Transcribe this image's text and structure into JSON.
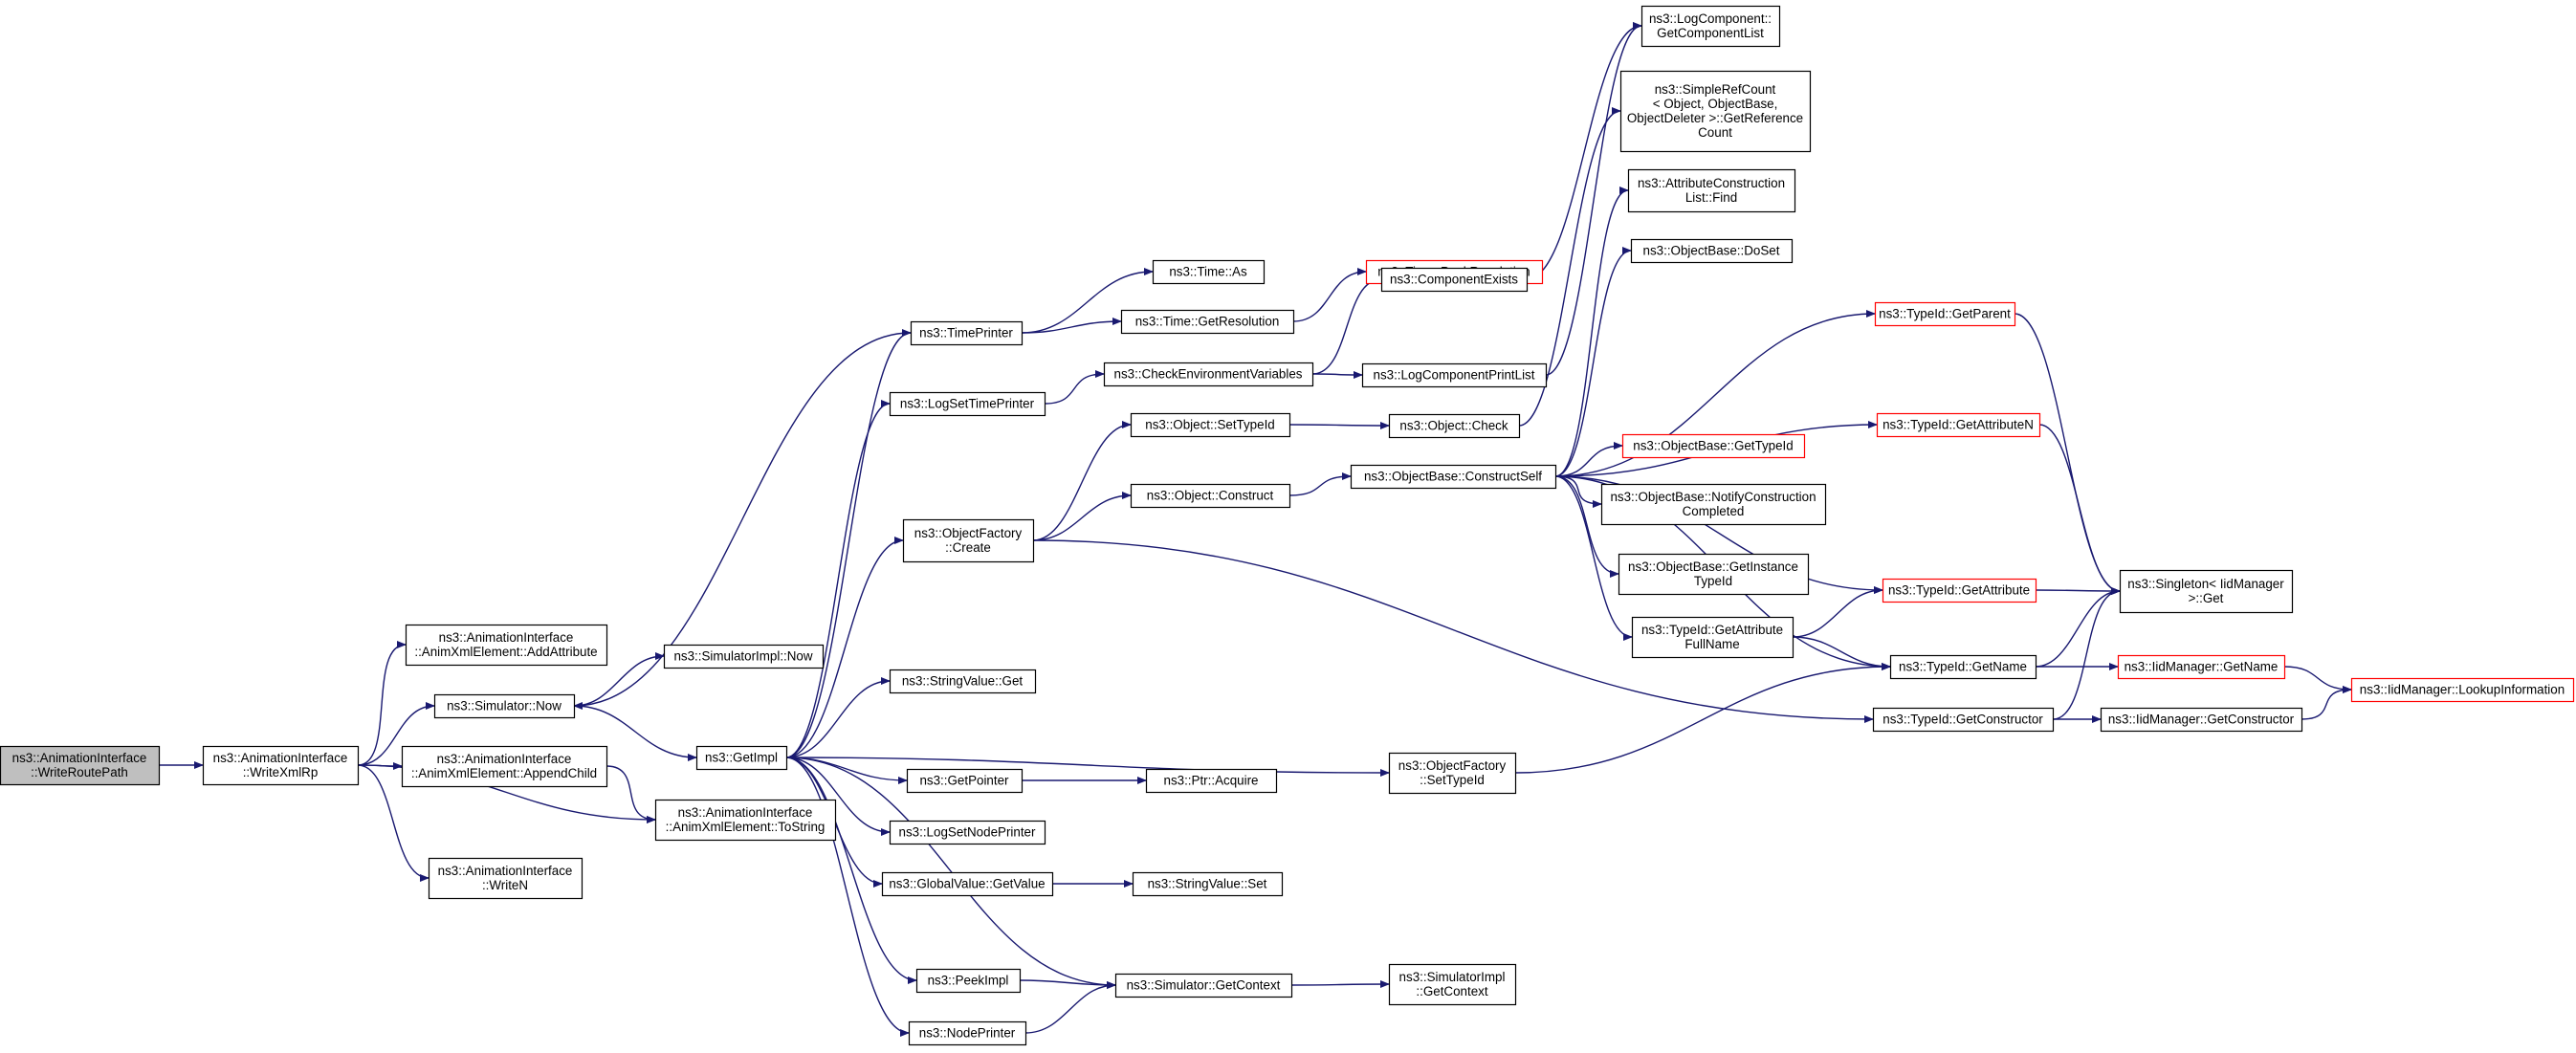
{
  "colors": {
    "edge": "#191970",
    "node_border": "#000000",
    "highlight_border": "#ff0000",
    "root_fill": "#bfbfbf",
    "node_fill": "#ffffff"
  },
  "nodes": [
    {
      "id": "root",
      "lines": [
        "ns3::AnimationInterface",
        "::WriteRoutePath"
      ],
      "style": "root"
    },
    {
      "id": "writexmlrp",
      "lines": [
        "ns3::AnimationInterface",
        "::WriteXmlRp"
      ]
    },
    {
      "id": "addattr",
      "lines": [
        "ns3::AnimationInterface",
        "::AnimXmlElement::AddAttribute"
      ]
    },
    {
      "id": "simnow",
      "lines": [
        "ns3::Simulator::Now"
      ]
    },
    {
      "id": "simimplnow",
      "lines": [
        "ns3::SimulatorImpl::Now"
      ]
    },
    {
      "id": "appendchild",
      "lines": [
        "ns3::AnimationInterface",
        "::AnimXmlElement::AppendChild"
      ]
    },
    {
      "id": "tostring",
      "lines": [
        "ns3::AnimationInterface",
        "::AnimXmlElement::ToString"
      ]
    },
    {
      "id": "writen",
      "lines": [
        "ns3::AnimationInterface",
        "::WriteN"
      ]
    },
    {
      "id": "getimpl",
      "lines": [
        "ns3::GetImpl"
      ]
    },
    {
      "id": "timeprinter",
      "lines": [
        "ns3::TimePrinter"
      ]
    },
    {
      "id": "logsettimeprinter",
      "lines": [
        "ns3::LogSetTimePrinter"
      ]
    },
    {
      "id": "objfactorycreate",
      "lines": [
        "ns3::ObjectFactory",
        "::Create"
      ]
    },
    {
      "id": "stringvalueget",
      "lines": [
        "ns3::StringValue::Get"
      ]
    },
    {
      "id": "getpointer",
      "lines": [
        "ns3::GetPointer"
      ]
    },
    {
      "id": "logsetnodeprinter",
      "lines": [
        "ns3::LogSetNodePrinter"
      ]
    },
    {
      "id": "globalvaluegetvalue",
      "lines": [
        "ns3::GlobalValue::GetValue"
      ]
    },
    {
      "id": "peekimpl",
      "lines": [
        "ns3::PeekImpl"
      ]
    },
    {
      "id": "nodeprinter",
      "lines": [
        "ns3::NodePrinter"
      ]
    },
    {
      "id": "timeas",
      "lines": [
        "ns3::Time::As"
      ]
    },
    {
      "id": "timegetresolution",
      "lines": [
        "ns3::Time::GetResolution"
      ]
    },
    {
      "id": "checkenv",
      "lines": [
        "ns3::CheckEnvironmentVariables"
      ]
    },
    {
      "id": "objsettypeid",
      "lines": [
        "ns3::Object::SetTypeId"
      ]
    },
    {
      "id": "objconstruct",
      "lines": [
        "ns3::Object::Construct"
      ]
    },
    {
      "id": "ptracquire",
      "lines": [
        "ns3::Ptr::Acquire"
      ]
    },
    {
      "id": "stringvalueset",
      "lines": [
        "ns3::StringValue::Set"
      ]
    },
    {
      "id": "simgetcontext",
      "lines": [
        "ns3::Simulator::GetContext"
      ]
    },
    {
      "id": "timepeekres",
      "lines": [
        "ns3::Time::PeekResolution"
      ],
      "style": "red"
    },
    {
      "id": "componentexists",
      "lines": [
        "ns3::ComponentExists"
      ]
    },
    {
      "id": "logcompprintlist",
      "lines": [
        "ns3::LogComponentPrintList"
      ]
    },
    {
      "id": "objcheck",
      "lines": [
        "ns3::Object::Check"
      ]
    },
    {
      "id": "constructself",
      "lines": [
        "ns3::ObjectBase::ConstructSelf"
      ]
    },
    {
      "id": "objfactorysettypeid",
      "lines": [
        "ns3::ObjectFactory",
        "::SetTypeId"
      ]
    },
    {
      "id": "simimplgetcontext",
      "lines": [
        "ns3::SimulatorImpl",
        "::GetContext"
      ]
    },
    {
      "id": "getcomplist",
      "lines": [
        "ns3::LogComponent::",
        "GetComponentList"
      ]
    },
    {
      "id": "simplerefcount",
      "lines": [
        "ns3::SimpleRefCount",
        "< Object, ObjectBase,",
        "ObjectDeleter >::GetReference",
        "Count"
      ]
    },
    {
      "id": "attrconstructfind",
      "lines": [
        "ns3::AttributeConstruction",
        "List::Find"
      ]
    },
    {
      "id": "objbasedoset",
      "lines": [
        "ns3::ObjectBase::DoSet"
      ]
    },
    {
      "id": "objbasegettypeid",
      "lines": [
        "ns3::ObjectBase::GetTypeId"
      ],
      "style": "red"
    },
    {
      "id": "notifyconstruct",
      "lines": [
        "ns3::ObjectBase::NotifyConstruction",
        "Completed"
      ]
    },
    {
      "id": "getinstancetypeid",
      "lines": [
        "ns3::ObjectBase::GetInstance",
        "TypeId"
      ]
    },
    {
      "id": "getattrfullname",
      "lines": [
        "ns3::TypeId::GetAttribute",
        "FullName"
      ]
    },
    {
      "id": "typeidgetparent",
      "lines": [
        "ns3::TypeId::GetParent"
      ],
      "style": "red"
    },
    {
      "id": "typeidgetattrn",
      "lines": [
        "ns3::TypeId::GetAttributeN"
      ],
      "style": "red"
    },
    {
      "id": "typeidgetattr",
      "lines": [
        "ns3::TypeId::GetAttribute"
      ],
      "style": "red"
    },
    {
      "id": "typeidgetname",
      "lines": [
        "ns3::TypeId::GetName"
      ]
    },
    {
      "id": "typeidgetconstructor",
      "lines": [
        "ns3::TypeId::GetConstructor"
      ]
    },
    {
      "id": "singletonget",
      "lines": [
        "ns3::Singleton< IidManager",
        ">::Get"
      ]
    },
    {
      "id": "iidgetname",
      "lines": [
        "ns3::IidManager::GetName"
      ],
      "style": "red"
    },
    {
      "id": "iidgetconstructor",
      "lines": [
        "ns3::IidManager::GetConstructor"
      ]
    },
    {
      "id": "iidlookup",
      "lines": [
        "ns3::IidManager::LookupInformation"
      ],
      "style": "red"
    }
  ],
  "edges": [
    [
      "root",
      "writexmlrp"
    ],
    [
      "writexmlrp",
      "addattr"
    ],
    [
      "writexmlrp",
      "simnow"
    ],
    [
      "writexmlrp",
      "appendchild"
    ],
    [
      "writexmlrp",
      "tostring"
    ],
    [
      "writexmlrp",
      "writen"
    ],
    [
      "simnow",
      "simimplnow"
    ],
    [
      "simnow",
      "getimpl"
    ],
    [
      "appendchild",
      "tostring"
    ],
    [
      "getimpl",
      "timeprinter"
    ],
    [
      "getimpl",
      "logsettimeprinter"
    ],
    [
      "getimpl",
      "objfactorycreate"
    ],
    [
      "getimpl",
      "stringvalueget"
    ],
    [
      "getimpl",
      "getpointer"
    ],
    [
      "getimpl",
      "logsetnodeprinter"
    ],
    [
      "getimpl",
      "globalvaluegetvalue"
    ],
    [
      "getimpl",
      "peekimpl"
    ],
    [
      "getimpl",
      "nodeprinter"
    ],
    [
      "getimpl",
      "objfactorysettypeid"
    ],
    [
      "getimpl",
      "simgetcontext"
    ],
    [
      "timeprinter",
      "simnow"
    ],
    [
      "timeprinter",
      "timeas"
    ],
    [
      "timeprinter",
      "timegetresolution"
    ],
    [
      "timegetresolution",
      "timepeekres"
    ],
    [
      "logsettimeprinter",
      "checkenv"
    ],
    [
      "checkenv",
      "componentexists"
    ],
    [
      "checkenv",
      "logcompprintlist"
    ],
    [
      "componentexists",
      "getcomplist"
    ],
    [
      "logcompprintlist",
      "getcomplist"
    ],
    [
      "objfactorycreate",
      "objsettypeid"
    ],
    [
      "objfactorycreate",
      "objconstruct"
    ],
    [
      "objfactorycreate",
      "typeidgetconstructor"
    ],
    [
      "objsettypeid",
      "objcheck"
    ],
    [
      "objcheck",
      "simplerefcount"
    ],
    [
      "objconstruct",
      "constructself"
    ],
    [
      "constructself",
      "attrconstructfind"
    ],
    [
      "constructself",
      "objbasedoset"
    ],
    [
      "constructself",
      "typeidgetparent"
    ],
    [
      "constructself",
      "typeidgetattrn"
    ],
    [
      "constructself",
      "objbasegettypeid"
    ],
    [
      "constructself",
      "notifyconstruct"
    ],
    [
      "constructself",
      "getinstancetypeid"
    ],
    [
      "constructself",
      "getattrfullname"
    ],
    [
      "constructself",
      "typeidgetattr"
    ],
    [
      "constructself",
      "typeidgetname"
    ],
    [
      "getattrfullname",
      "typeidgetattr"
    ],
    [
      "getattrfullname",
      "typeidgetname"
    ],
    [
      "typeidgetparent",
      "singletonget"
    ],
    [
      "typeidgetattrn",
      "singletonget"
    ],
    [
      "typeidgetattr",
      "singletonget"
    ],
    [
      "typeidgetname",
      "singletonget"
    ],
    [
      "typeidgetname",
      "iidgetname"
    ],
    [
      "typeidgetconstructor",
      "singletonget"
    ],
    [
      "typeidgetconstructor",
      "iidgetconstructor"
    ],
    [
      "iidgetname",
      "iidlookup"
    ],
    [
      "iidgetconstructor",
      "iidlookup"
    ],
    [
      "getpointer",
      "ptracquire"
    ],
    [
      "globalvaluegetvalue",
      "stringvalueset"
    ],
    [
      "peekimpl",
      "simgetcontext"
    ],
    [
      "nodeprinter",
      "simgetcontext"
    ],
    [
      "simgetcontext",
      "simimplgetcontext"
    ],
    [
      "objfactorysettypeid",
      "typeidgetname"
    ]
  ]
}
